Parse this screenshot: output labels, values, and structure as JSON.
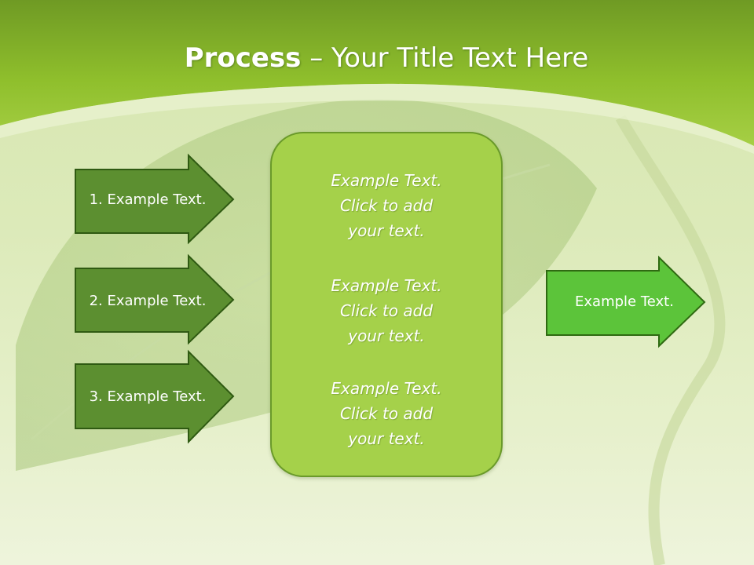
{
  "title": {
    "bold": "Process",
    "rest": " – Your Title Text Here"
  },
  "inputs": [
    {
      "label": "1. Example Text."
    },
    {
      "label": "2. Example Text."
    },
    {
      "label": "3. Example Text."
    }
  ],
  "center": {
    "blocks": [
      "Example Text.\nClick  to add\nyour text.",
      "Example Text.\nClick  to add\nyour text.",
      "Example Text.\nClick  to add\nyour text."
    ]
  },
  "output": {
    "label": "Example Text."
  },
  "colors": {
    "banner": "#8fbf2c",
    "input_arrow": "#5c8f30",
    "input_arrow_border": "#2f5a12",
    "center_box": "#a5d14a",
    "output_arrow": "#5cc43a",
    "output_arrow_border": "#2f6a12"
  }
}
